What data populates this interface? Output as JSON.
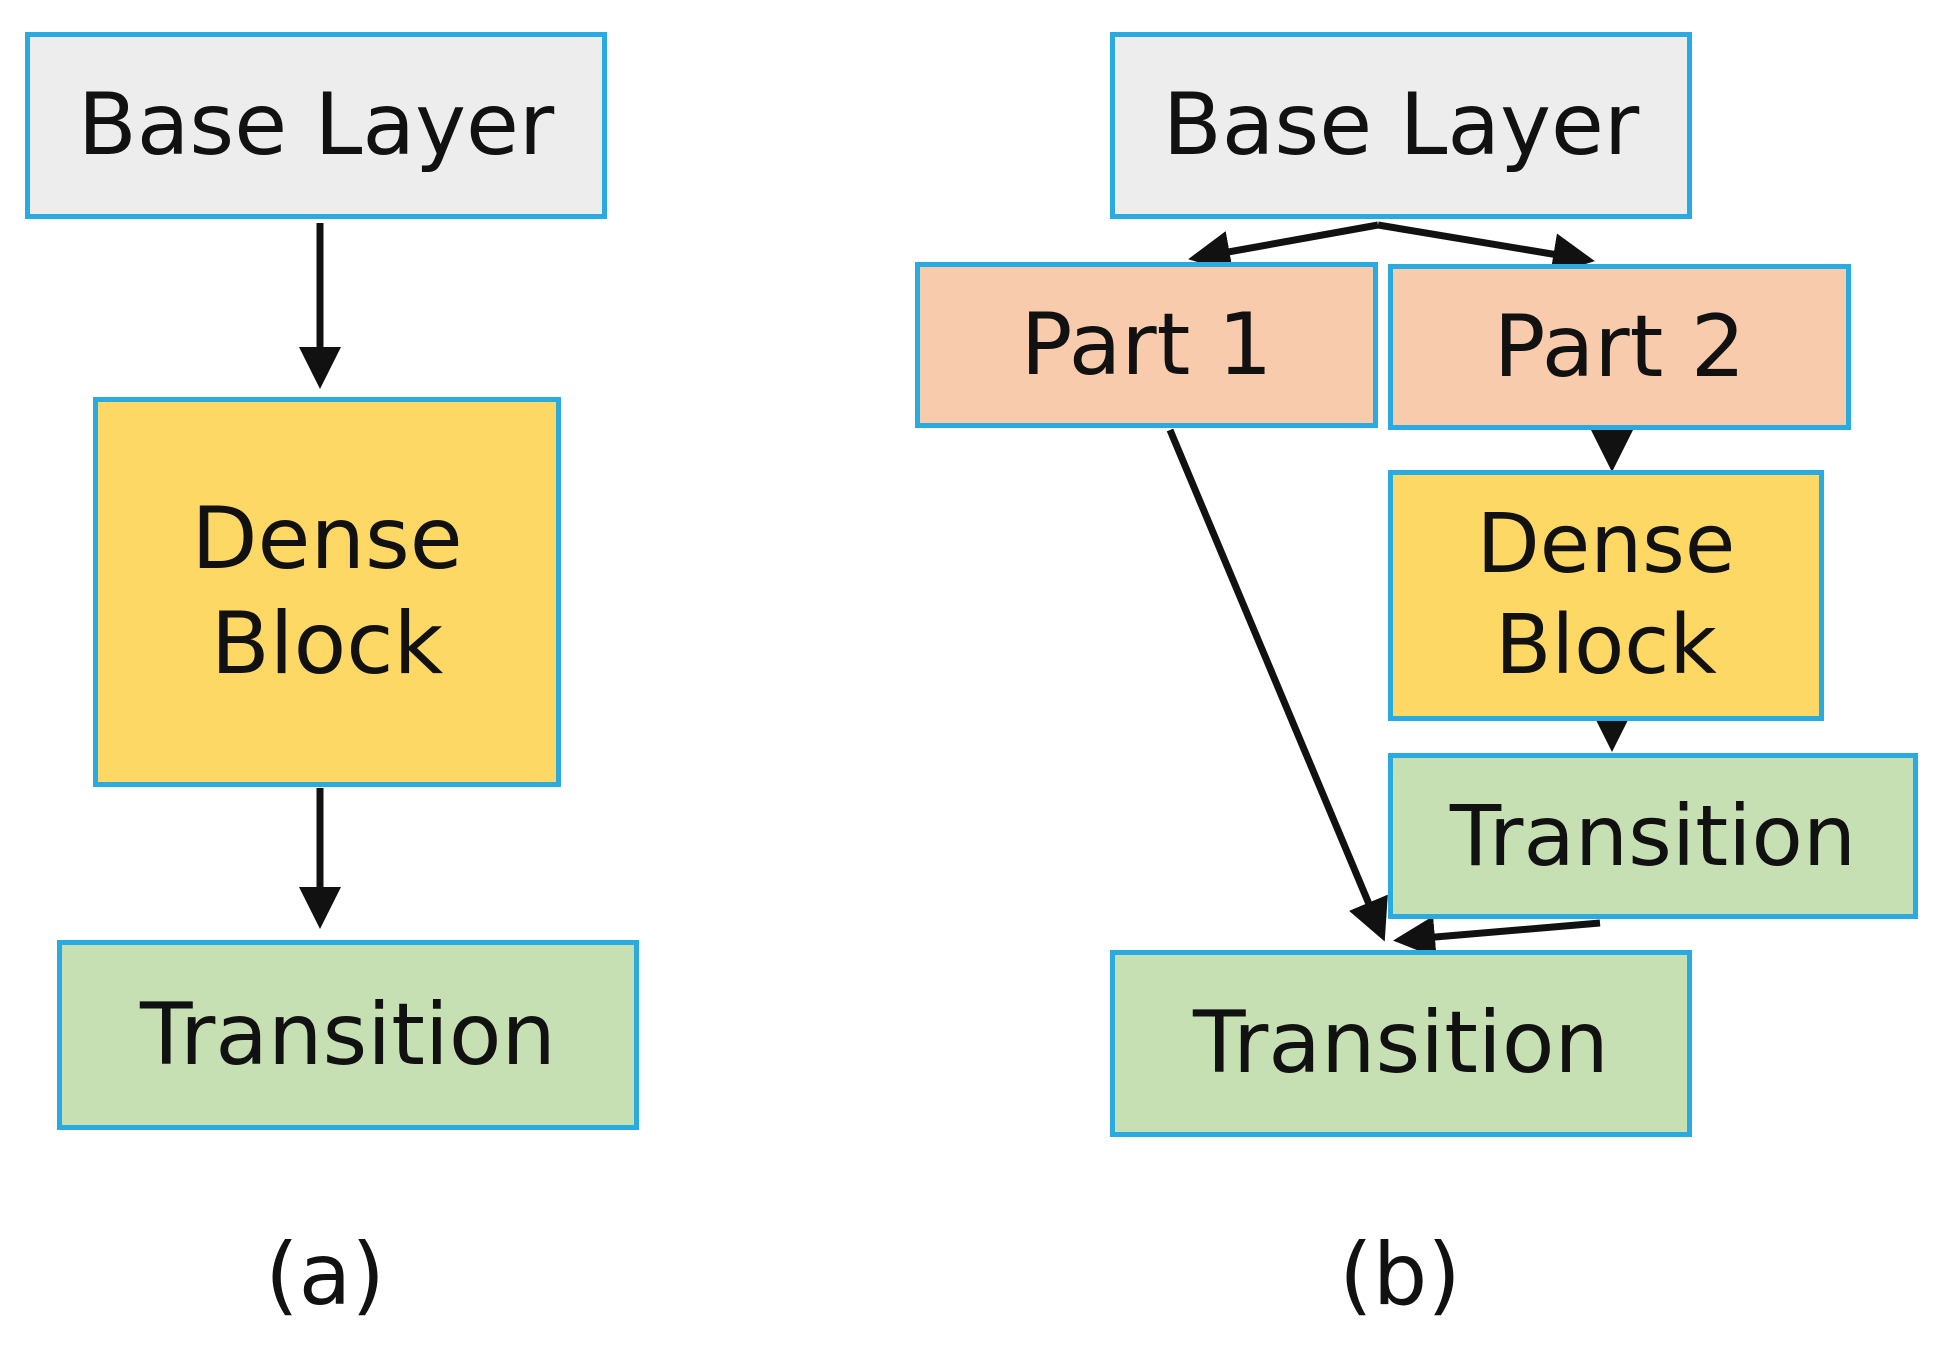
{
  "diagram_a": {
    "base_layer": "Base Layer",
    "dense_block": "Dense\nBlock",
    "transition": "Transition",
    "caption": "(a)"
  },
  "diagram_b": {
    "base_layer": "Base Layer",
    "part_1": "Part 1",
    "part_2": "Part 2",
    "dense_block": "Dense\nBlock",
    "transition_inner": "Transition",
    "transition_final": "Transition",
    "caption": "(b)"
  },
  "colors": {
    "border": "#29abe2",
    "base_layer": "#ededed",
    "part": "#f8cbad",
    "dense_block": "#fdd865",
    "transition": "#c6e0b4",
    "arrow": "#111111"
  }
}
